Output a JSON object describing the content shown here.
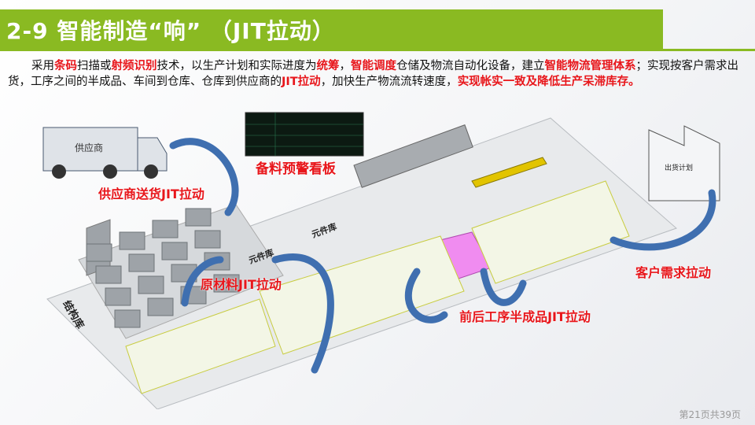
{
  "slide": {
    "title": "2-9 智能制造“响” （JIT拉动）",
    "description_parts": [
      {
        "text": "采用",
        "hl": false
      },
      {
        "text": "条码",
        "hl": true
      },
      {
        "text": "扫描或",
        "hl": false
      },
      {
        "text": "射频识别",
        "hl": true
      },
      {
        "text": "技术，以生产计划和实际进度为",
        "hl": false
      },
      {
        "text": "统筹",
        "hl": true
      },
      {
        "text": "，",
        "hl": false
      },
      {
        "text": "智能调度",
        "hl": true
      },
      {
        "text": "仓储及物流自动化设备，建立",
        "hl": false
      },
      {
        "text": "智能物流管理体系",
        "hl": true
      },
      {
        "text": "；实现按客户需求出货，工序之间的半成品、车间到仓库、仓库到供应商的",
        "hl": false
      },
      {
        "text": "JIT拉动",
        "hl": true
      },
      {
        "text": "，加快生产物流流转速度，",
        "hl": false
      },
      {
        "text": "实现帐实一致及降低生产呆滞库存。",
        "hl": true
      }
    ],
    "labels": {
      "supplier_box": "供应商",
      "supplier_jit": "供应商送货JIT拉动",
      "board": "备料预警看板",
      "raw_material_jit": "原材料JIT拉动",
      "process_jit": "前后工序半成品JIT拉动",
      "customer_jit": "客户需求拉动",
      "shipping_plan": "出货计划",
      "structure_store": "结构库",
      "component_store_1": "元件库",
      "component_store_2": "元件库"
    },
    "page_number": "第21页共39页",
    "colors": {
      "accent": "#8aba22",
      "highlight": "#e8161b",
      "arrow": "#3f6fb0",
      "magenta_block": "#f08cf0"
    }
  }
}
